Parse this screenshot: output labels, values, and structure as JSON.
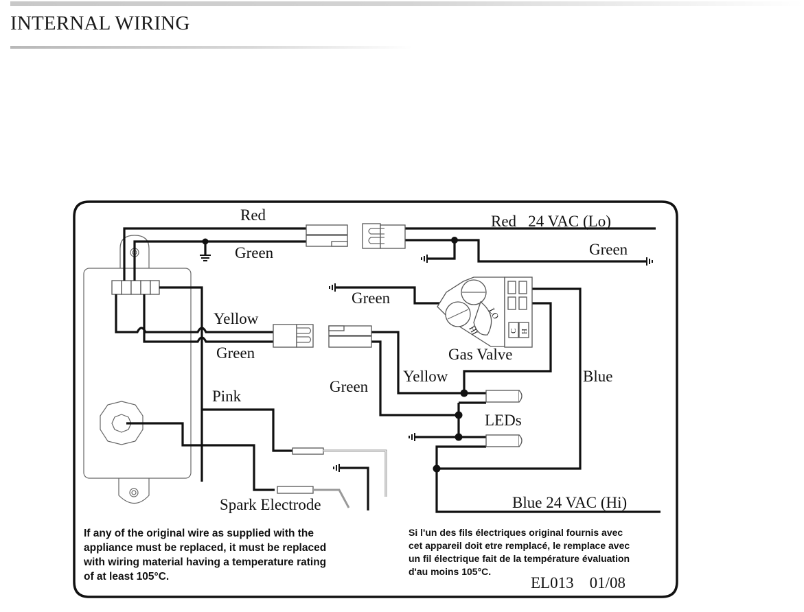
{
  "page": {
    "title": "INTERNAL WIRING"
  },
  "diagram": {
    "wire_labels": {
      "red_top": "Red",
      "green_top": "Green",
      "red_24vac_lo": "Red   24 VAC (Lo)",
      "green_right": "Green",
      "green_valve": "Green",
      "yellow_left": "Yellow",
      "green_left": "Green",
      "pink": "Pink",
      "green_mid": "Green",
      "yellow_mid": "Yellow",
      "blue": "Blue",
      "blue_24vac_hi": "Blue 24 VAC (Hi)"
    },
    "component_labels": {
      "gas_valve": "Gas Valve",
      "leds": "LEDs",
      "spark_electrode": "Spark Electrode",
      "valve_lo": "LO",
      "valve_hi": "HI",
      "valve_c": "C",
      "valve_h": "H"
    },
    "notes": {
      "english": [
        "If any of the original wire as supplied with the",
        "appliance must be replaced, it must be replaced",
        "with wiring material having a temperature rating",
        "of at least 105°C."
      ],
      "french": [
        "Si l'un des fils électriques original fournis avec",
        "cet appareil doit etre remplacé, le remplace avec",
        "un fil électrique fait de la température évaluation",
        "d'au moins 105°C."
      ]
    },
    "document_code": "EL013    01/08"
  }
}
